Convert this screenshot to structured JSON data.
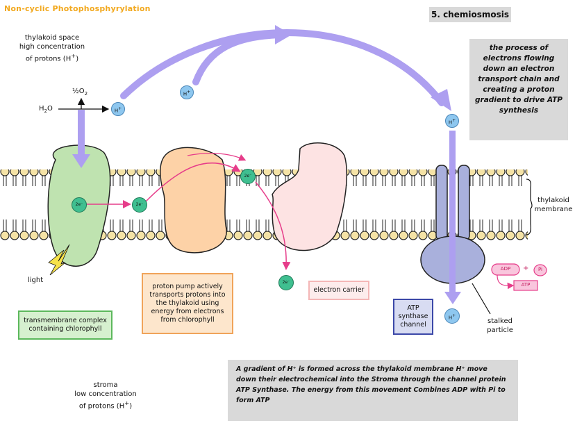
{
  "title": "Non-cyclic Photophosphyrylation",
  "section_label": "5. chemiosmosis",
  "labels": {
    "thylakoid_space_1": "thylakoid space",
    "thylakoid_space_2": "high concentration",
    "thylakoid_space_3": "of protons (H",
    "plus": "+",
    "close_paren": ")",
    "half_o2": "½O",
    "o2_sub": "2",
    "h2o": "H",
    "h2o_sub": "2",
    "h2o_o": "O",
    "light": "light",
    "thylakoid_membrane_1": "thylakoid",
    "thylakoid_membrane_2": "membrane",
    "stalked_1": "stalked",
    "stalked_2": "particle",
    "stroma_1": "stroma",
    "stroma_2": "low concentration",
    "stroma_3": "of protons (H",
    "h_plus": "H",
    "electron": "2e⁻",
    "adp": "ADP",
    "pi": "Pi",
    "atp": "ATP",
    "plus_sign": "+"
  },
  "boxes": {
    "transmembrane": "transmembrane complex containing chlorophyll",
    "proton_pump": "proton pump actively transports protons into the thylakoid using energy from electrons from chlorophyll",
    "electron_carrier": "electron carrier",
    "atp_synthase": "ATP synthase channel"
  },
  "definition": "the process of electrons flowing down an electron transport chain and creating a proton gradient to drive ATP synthesis",
  "summary": "A gradient of H⁺ is formed across the thylakoid membrane H⁺ move down their electrochemical into the Stroma through the channel protein ATP Synthase. The energy from this movement Combines ADP with Pi to form ATP",
  "colors": {
    "title": "#f2a81d",
    "arrow_purple": "#ad9ff0",
    "complex_green": "#bfe3b0",
    "pump_orange": "#fdd2a7",
    "carrier_pink": "#fde3e3",
    "synthase_blue": "#a9b0dc",
    "electron_teal": "#3fbf90",
    "proton_blue": "#8ec7ef",
    "electron_path": "#e63d8a",
    "lipid_head": "#f5e3a6"
  }
}
